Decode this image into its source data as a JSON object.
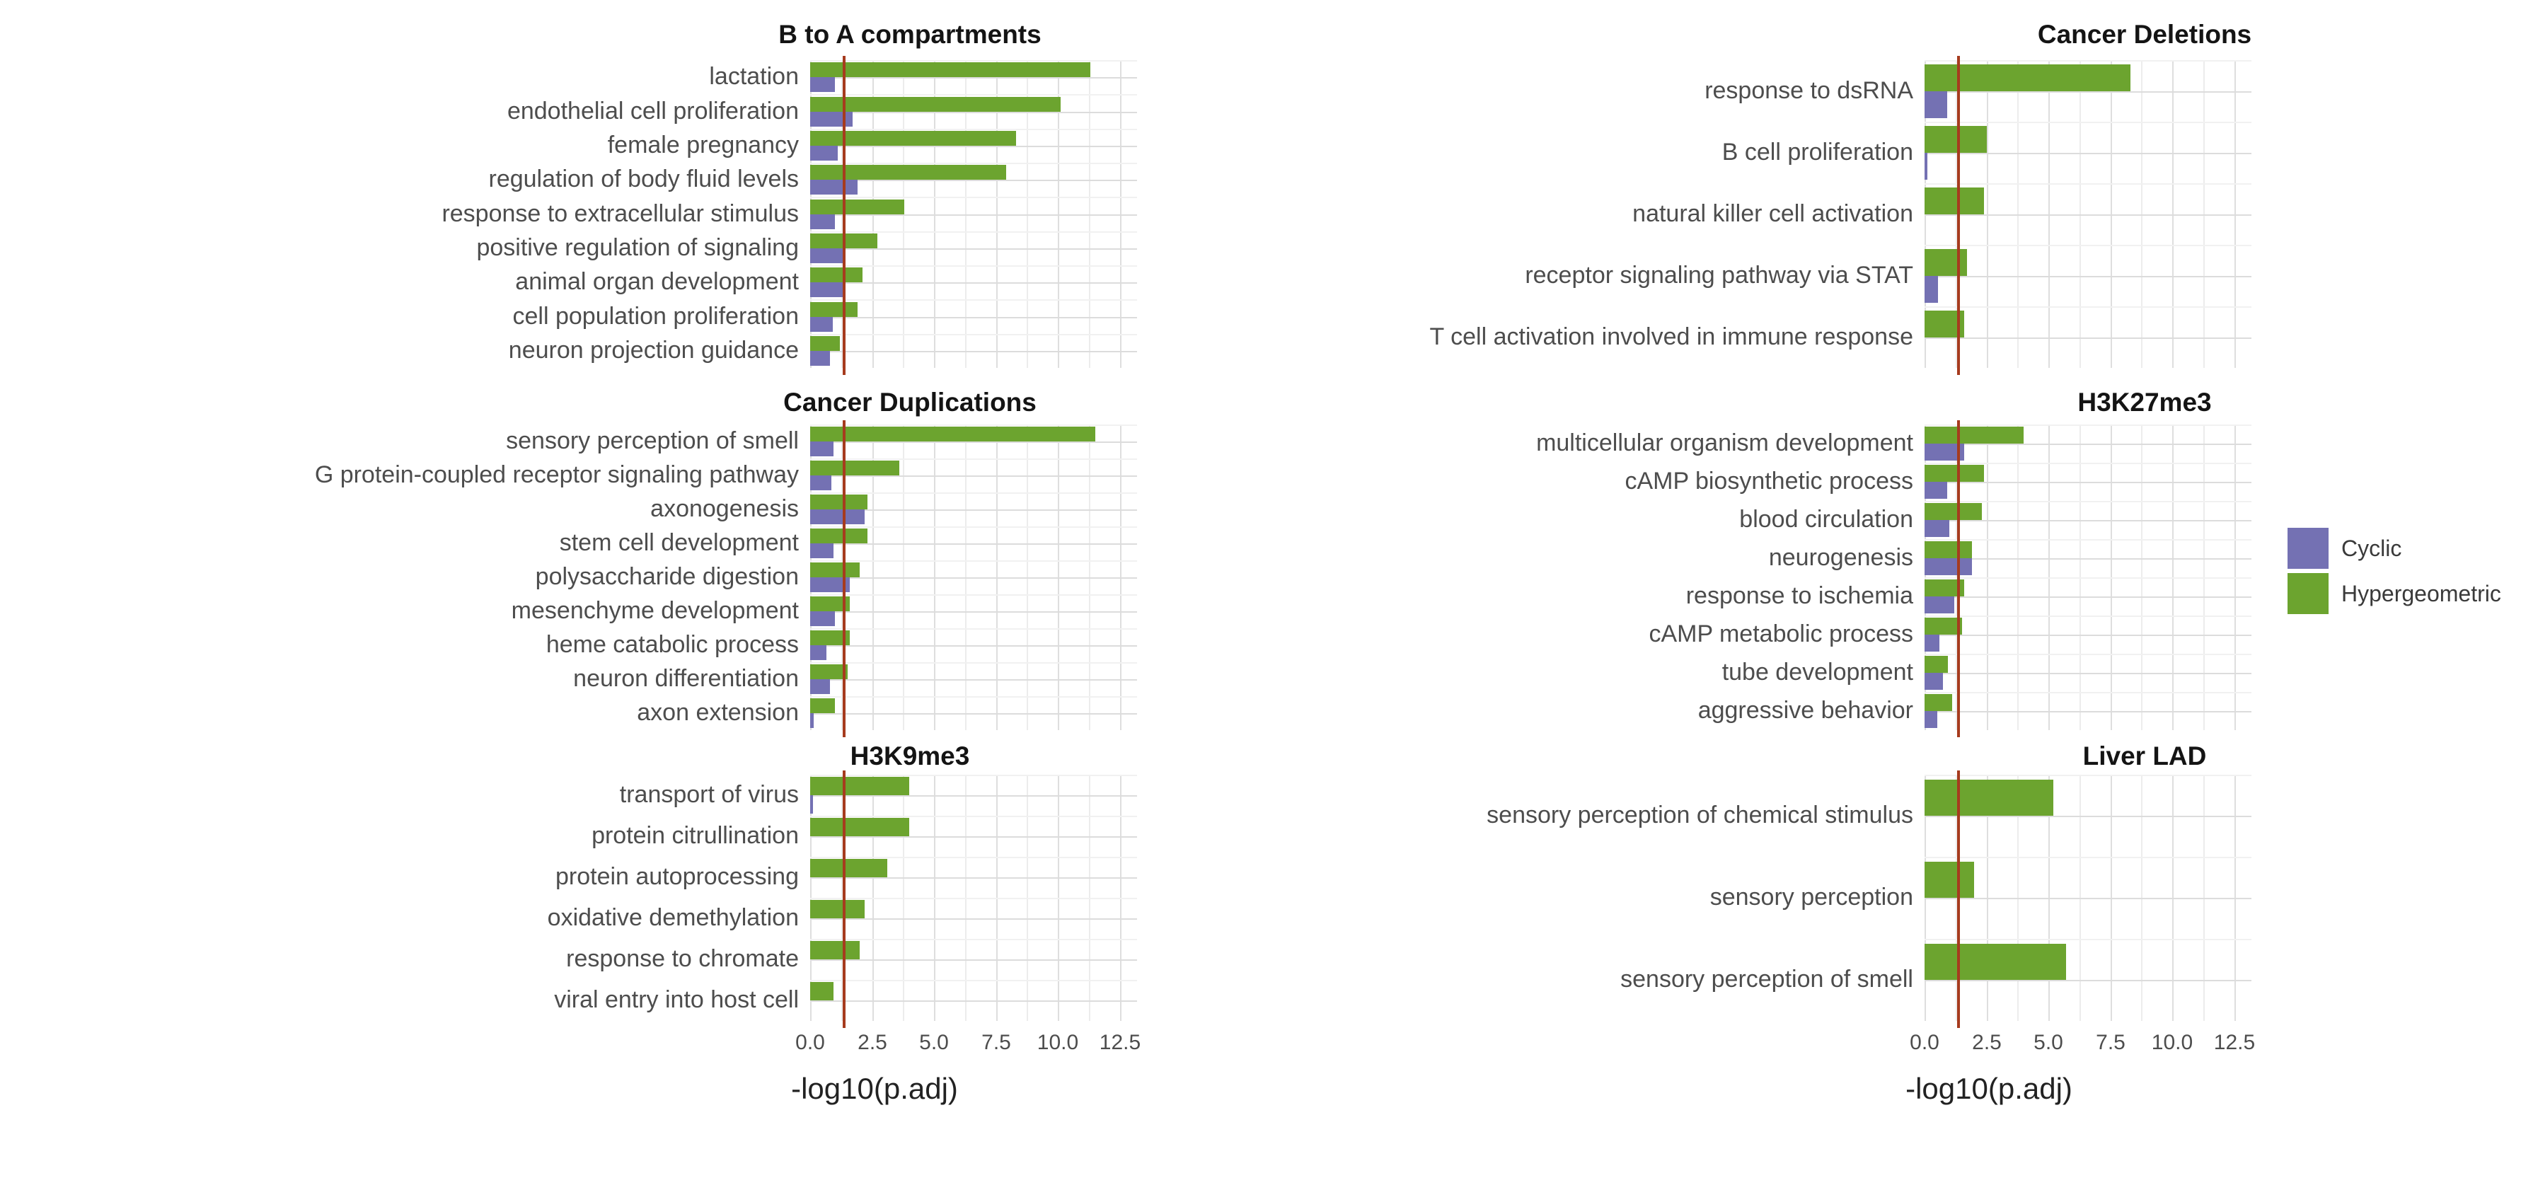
{
  "figure": {
    "description": "GO term enrichment bar chart figure with six facet panels",
    "background": "#ffffff"
  },
  "legend": {
    "entries": [
      {
        "label": "Cyclic",
        "color": "#7471b3"
      },
      {
        "label": "Hypergeometric",
        "color": "#6ca42f"
      }
    ]
  },
  "axis": {
    "x_title": "-log10(p.adj)",
    "tick_labels": [
      "0.0",
      "2.5",
      "5.0",
      "7.5",
      "10.0",
      "12.5"
    ],
    "tick_values": [
      0,
      2.5,
      5,
      7.5,
      10,
      12.5
    ],
    "xlim": [
      0,
      13.2
    ]
  },
  "threshold_line": {
    "value": 1.3,
    "color": "#a63b1e"
  },
  "chart_data": [
    {
      "type": "bar",
      "orientation": "horizontal",
      "title": "B to A compartments",
      "categories": [
        "lactation",
        "endothelial cell proliferation",
        "female pregnancy",
        "regulation of body fluid levels",
        "response to extracellular stimulus",
        "positive regulation of signaling",
        "animal organ development",
        "cell population proliferation",
        "neuron projection guidance"
      ],
      "series": [
        {
          "name": "Hypergeometric",
          "values": [
            11.3,
            10.1,
            8.3,
            7.9,
            3.8,
            2.7,
            2.1,
            1.9,
            1.2
          ]
        },
        {
          "name": "Cyclic",
          "values": [
            1.0,
            1.7,
            1.1,
            1.9,
            1.0,
            1.3,
            1.4,
            0.9,
            0.8
          ]
        }
      ]
    },
    {
      "type": "bar",
      "orientation": "horizontal",
      "title": "Cancer Deletions",
      "categories": [
        "response to dsRNA",
        "B cell proliferation",
        "natural killer cell activation",
        "receptor signaling pathway via STAT",
        "T cell activation involved in immune response"
      ],
      "series": [
        {
          "name": "Hypergeometric",
          "values": [
            8.3,
            2.5,
            2.4,
            1.7,
            1.6
          ]
        },
        {
          "name": "Cyclic",
          "values": [
            0.9,
            0.1,
            0,
            0.55,
            0
          ]
        }
      ]
    },
    {
      "type": "bar",
      "orientation": "horizontal",
      "title": "Cancer Duplications",
      "categories": [
        "sensory perception of smell",
        "G protein-coupled receptor signaling pathway",
        "axonogenesis",
        "stem cell development",
        "polysaccharide digestion",
        "mesenchyme development",
        "heme catabolic process",
        "neuron differentiation",
        "axon extension"
      ],
      "series": [
        {
          "name": "Hypergeometric",
          "values": [
            11.5,
            3.6,
            2.3,
            2.3,
            2.0,
            1.6,
            1.6,
            1.5,
            1.0
          ]
        },
        {
          "name": "Cyclic",
          "values": [
            0.95,
            0.85,
            2.2,
            0.95,
            1.6,
            1.0,
            0.65,
            0.8,
            0.15
          ]
        }
      ]
    },
    {
      "type": "bar",
      "orientation": "horizontal",
      "title": "H3K27me3",
      "categories": [
        "multicellular organism development",
        "cAMP biosynthetic process",
        "blood circulation",
        "neurogenesis",
        "response to ischemia",
        "cAMP metabolic process",
        "tube development",
        "aggressive behavior"
      ],
      "series": [
        {
          "name": "Hypergeometric",
          "values": [
            4.0,
            2.4,
            2.3,
            1.9,
            1.6,
            1.5,
            0.95,
            1.1
          ]
        },
        {
          "name": "Cyclic",
          "values": [
            1.6,
            0.9,
            1.0,
            1.9,
            1.2,
            0.6,
            0.75,
            0.5
          ]
        }
      ]
    },
    {
      "type": "bar",
      "orientation": "horizontal",
      "title": "H3K9me3",
      "categories": [
        "transport of virus",
        "protein citrullination",
        "protein autoprocessing",
        "oxidative demethylation",
        "response to chromate",
        "viral entry into host cell"
      ],
      "series": [
        {
          "name": "Hypergeometric",
          "values": [
            4.0,
            4.0,
            3.1,
            2.2,
            2.0,
            0.95
          ]
        },
        {
          "name": "Cyclic",
          "values": [
            0.1,
            0,
            0,
            0,
            0,
            0
          ]
        }
      ]
    },
    {
      "type": "bar",
      "orientation": "horizontal",
      "title": "Liver LAD",
      "categories": [
        "sensory perception of chemical stimulus",
        "sensory perception",
        "sensory perception of smell"
      ],
      "series": [
        {
          "name": "Hypergeometric",
          "values": [
            5.2,
            2.0,
            5.7
          ]
        },
        {
          "name": "Cyclic",
          "values": [
            0,
            0,
            0
          ]
        }
      ]
    }
  ]
}
